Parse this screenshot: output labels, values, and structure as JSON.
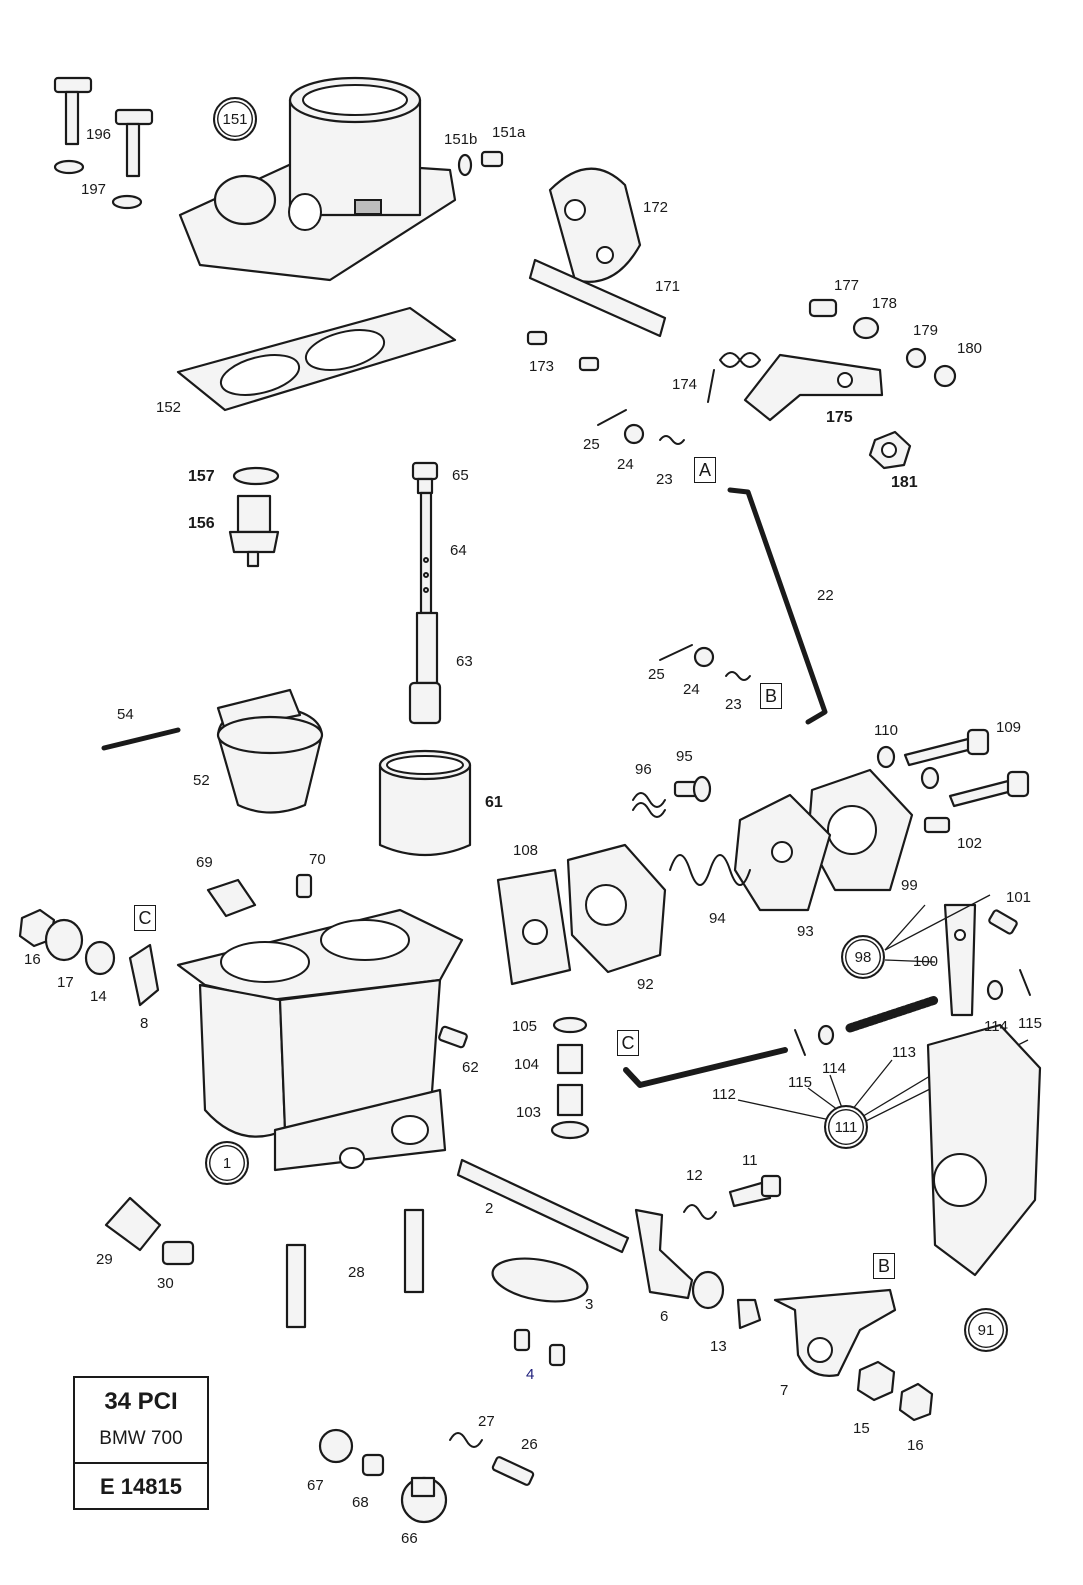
{
  "title_block": {
    "model": "34 PCI",
    "vehicle": "BMW 700",
    "code": "E 14815"
  },
  "part_labels": [
    {
      "text": "196"
    },
    {
      "text": "197"
    },
    {
      "text": "151b"
    },
    {
      "text": "151a"
    },
    {
      "text": "172"
    },
    {
      "text": "171"
    },
    {
      "text": "177"
    },
    {
      "text": "178"
    },
    {
      "text": "179"
    },
    {
      "text": "180"
    },
    {
      "text": "173"
    },
    {
      "text": "174"
    },
    {
      "text": "175"
    },
    {
      "text": "152"
    },
    {
      "text": "25"
    },
    {
      "text": "24"
    },
    {
      "text": "23"
    },
    {
      "text": "181"
    },
    {
      "text": "157"
    },
    {
      "text": "156"
    },
    {
      "text": "65"
    },
    {
      "text": "64"
    },
    {
      "text": "22"
    },
    {
      "text": "63"
    },
    {
      "text": "25"
    },
    {
      "text": "24"
    },
    {
      "text": "23"
    },
    {
      "text": "54"
    },
    {
      "text": "52"
    },
    {
      "text": "61"
    },
    {
      "text": "110"
    },
    {
      "text": "109"
    },
    {
      "text": "96"
    },
    {
      "text": "95"
    },
    {
      "text": "102"
    },
    {
      "text": "108"
    },
    {
      "text": "69"
    },
    {
      "text": "70"
    },
    {
      "text": "99"
    },
    {
      "text": "101"
    },
    {
      "text": "94"
    },
    {
      "text": "93"
    },
    {
      "text": "100"
    },
    {
      "text": "16"
    },
    {
      "text": "17"
    },
    {
      "text": "14"
    },
    {
      "text": "8"
    },
    {
      "text": "92"
    },
    {
      "text": "114"
    },
    {
      "text": "115"
    },
    {
      "text": "105"
    },
    {
      "text": "62"
    },
    {
      "text": "104"
    },
    {
      "text": "113"
    },
    {
      "text": "115"
    },
    {
      "text": "114"
    },
    {
      "text": "112"
    },
    {
      "text": "103"
    },
    {
      "text": "12"
    },
    {
      "text": "11"
    },
    {
      "text": "2"
    },
    {
      "text": "29"
    },
    {
      "text": "30"
    },
    {
      "text": "28"
    },
    {
      "text": "3"
    },
    {
      "text": "6"
    },
    {
      "text": "13"
    },
    {
      "text": "4"
    },
    {
      "text": "7"
    },
    {
      "text": "15"
    },
    {
      "text": "16"
    },
    {
      "text": "27"
    },
    {
      "text": "26"
    },
    {
      "text": "67"
    },
    {
      "text": "68"
    },
    {
      "text": "66"
    }
  ],
  "boxed_labels": [
    {
      "text": "A"
    },
    {
      "text": "B"
    },
    {
      "text": "C"
    },
    {
      "text": "C"
    },
    {
      "text": "B"
    }
  ],
  "circled_labels": [
    {
      "text": "151"
    },
    {
      "text": "98"
    },
    {
      "text": "1"
    },
    {
      "text": "111"
    },
    {
      "text": "91"
    }
  ]
}
